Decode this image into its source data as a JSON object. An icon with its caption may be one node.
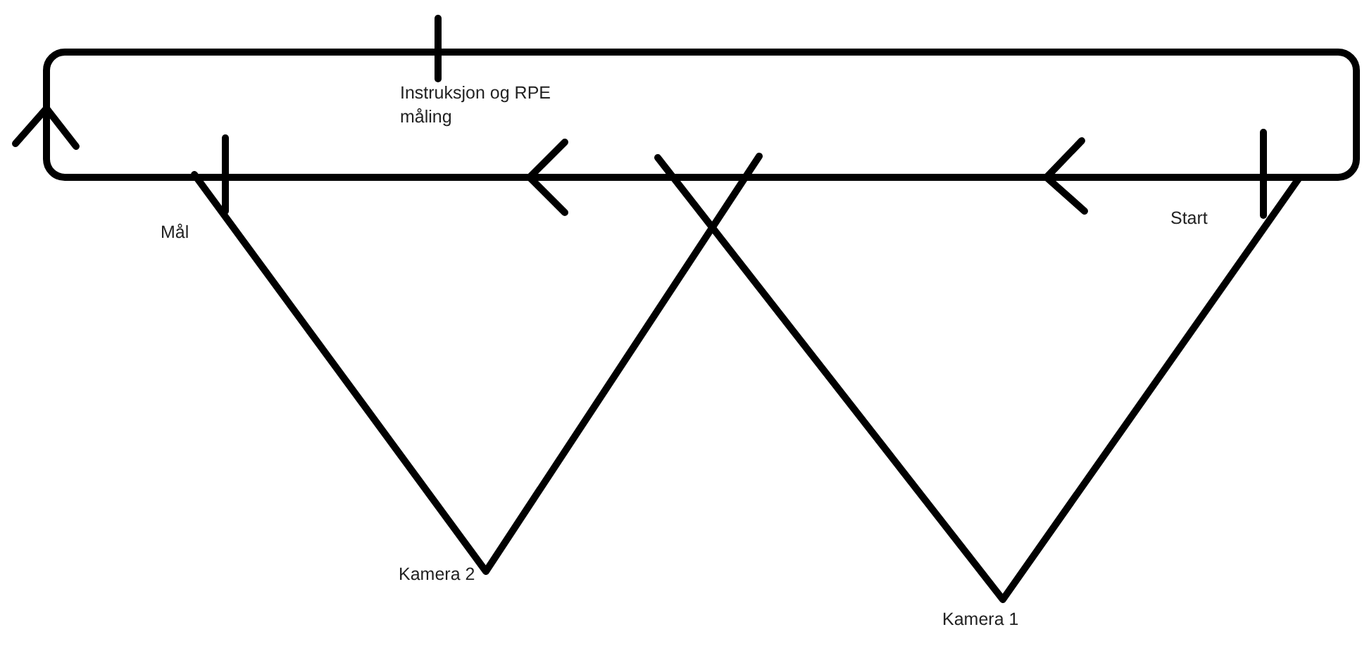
{
  "diagram": {
    "labels": [
      "Instruksjon og RPE måling",
      "Mål",
      "Start",
      "Kamera 2",
      "Kamera 1"
    ]
  }
}
